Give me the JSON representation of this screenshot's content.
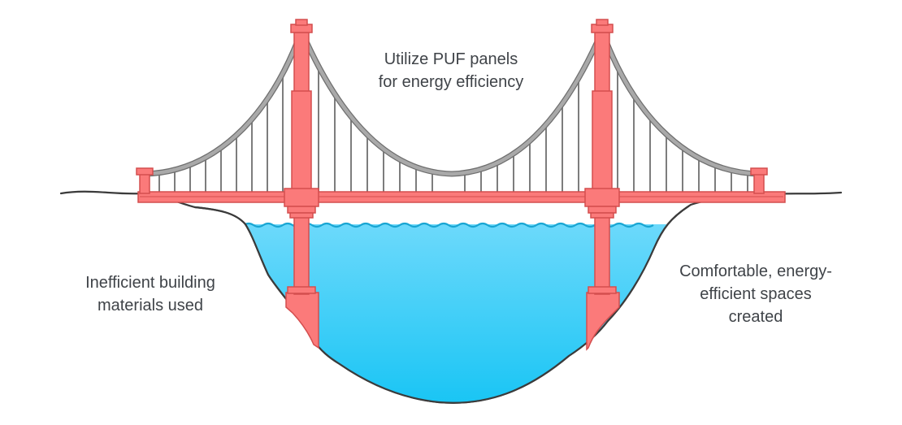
{
  "labels": {
    "top": [
      "Utilize PUF panels",
      "for energy efficiency"
    ],
    "left": [
      "Inefficient building",
      "materials used"
    ],
    "right": [
      "Comfortable, energy-",
      "efficient spaces",
      "created"
    ]
  },
  "colors": {
    "bridge_fill": "#fb7a7a",
    "bridge_stroke": "#d44e4e",
    "cable": "#9b9b9b",
    "cable_dark": "#6f6f6f",
    "suspender": "#7d7d7d",
    "water_top": "#6cd9fb",
    "water_bottom": "#16c4f4",
    "wave": "#1aa6d3",
    "ground_outline": "#3b3b3b",
    "text": "#3f4348"
  },
  "icons": {
    "main": "suspension-bridge-icon"
  }
}
